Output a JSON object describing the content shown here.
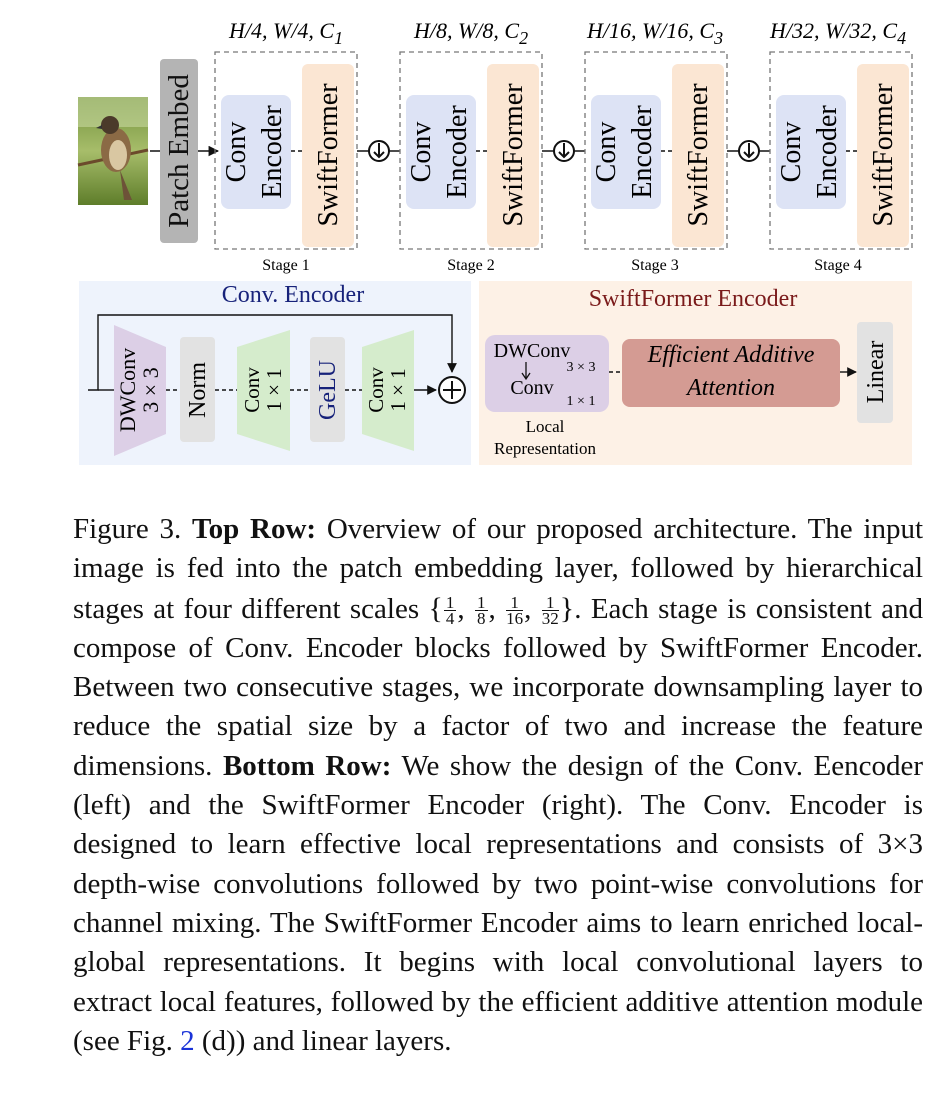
{
  "top_row": {
    "patch_embed_label": "Patch Embed",
    "stages": [
      {
        "dims": "H/4, W/4, C",
        "sub": "1",
        "label": "Stage 1",
        "conv_label": "Conv",
        "encoder_label": "Encoder",
        "swift_label": "SwiftFormer"
      },
      {
        "dims": "H/8, W/8, C",
        "sub": "2",
        "label": "Stage 2",
        "conv_label": "Conv",
        "encoder_label": "Encoder",
        "swift_label": "SwiftFormer"
      },
      {
        "dims": "H/16, W/16, C",
        "sub": "3",
        "label": "Stage 3",
        "conv_label": "Conv",
        "encoder_label": "Encoder",
        "swift_label": "SwiftFormer"
      },
      {
        "dims": "H/32, W/32, C",
        "sub": "4",
        "label": "Stage 4",
        "conv_label": "Conv",
        "encoder_label": "Encoder",
        "swift_label": "SwiftFormer"
      }
    ]
  },
  "conv_encoder": {
    "title": "Conv. Encoder",
    "dwconv": {
      "line1": "DWConv",
      "line2": "3 × 3"
    },
    "norm": "Norm",
    "conv1": {
      "line1": "Conv",
      "line2": "1 × 1"
    },
    "gelu": "GeLU",
    "conv2": {
      "line1": "Conv",
      "line2": "1 × 1"
    }
  },
  "swiftformer_encoder": {
    "title": "SwiftFormer Encoder",
    "dwconv": "DWConv",
    "dwconv_size": "3 × 3",
    "conv": "Conv",
    "conv_size": "1 × 1",
    "local_rep_line1": "Local",
    "local_rep_line2": "Representation",
    "attention_line1": "Efficient Additive",
    "attention_line2": "Attention",
    "linear": "Linear"
  },
  "caption": {
    "figure_label": "Figure 3.",
    "top_row_heading": "Top Row:",
    "text_1": "Overview of our proposed architecture. The input image is fed into the patch embedding layer, followed by hierarchical stages at four different scales",
    "fractions": [
      [
        "1",
        "4"
      ],
      [
        "1",
        "8"
      ],
      [
        "1",
        "16"
      ],
      [
        "1",
        "32"
      ]
    ],
    "text_2": ". Each stage is consistent and compose of Conv. Encoder blocks followed by SwiftFormer Encoder. Between two consecutive stages, we incorporate downsampling layer to reduce the spatial size by a factor of two and increase the feature dimensions.",
    "bottom_row_heading": "Bottom Row:",
    "text_3": "We show the design of the Conv. Eencoder (left) and the SwiftFormer Encoder (right). The Conv. Encoder is designed to learn effective local representations and consists of 3×3 depth-wise convolutions followed by two point-wise convolutions for channel mixing. The SwiftFormer Encoder aims to learn enriched local-global representations. It begins with local convolutional layers to extract local features, followed by the efficient additive attention module (see Fig.",
    "fig_ref": "2",
    "text_4": "(d)) and linear layers."
  },
  "colors": {
    "conv_box": "#dde3f5",
    "swift_box": "#fbe6d3",
    "patch_box": "#b4b4b4",
    "conv_panel_bg": "#eef3fc",
    "swift_panel_bg": "#fdf1e6",
    "dwconv_trap": "#dccfe6",
    "norm_box": "#e2e2e2",
    "conv1x1_trap": "#d5eccc",
    "attention_box": "#d49b93",
    "conv_title": "#17227a",
    "swift_title": "#7a1a1a",
    "link": "#1a33d8"
  }
}
